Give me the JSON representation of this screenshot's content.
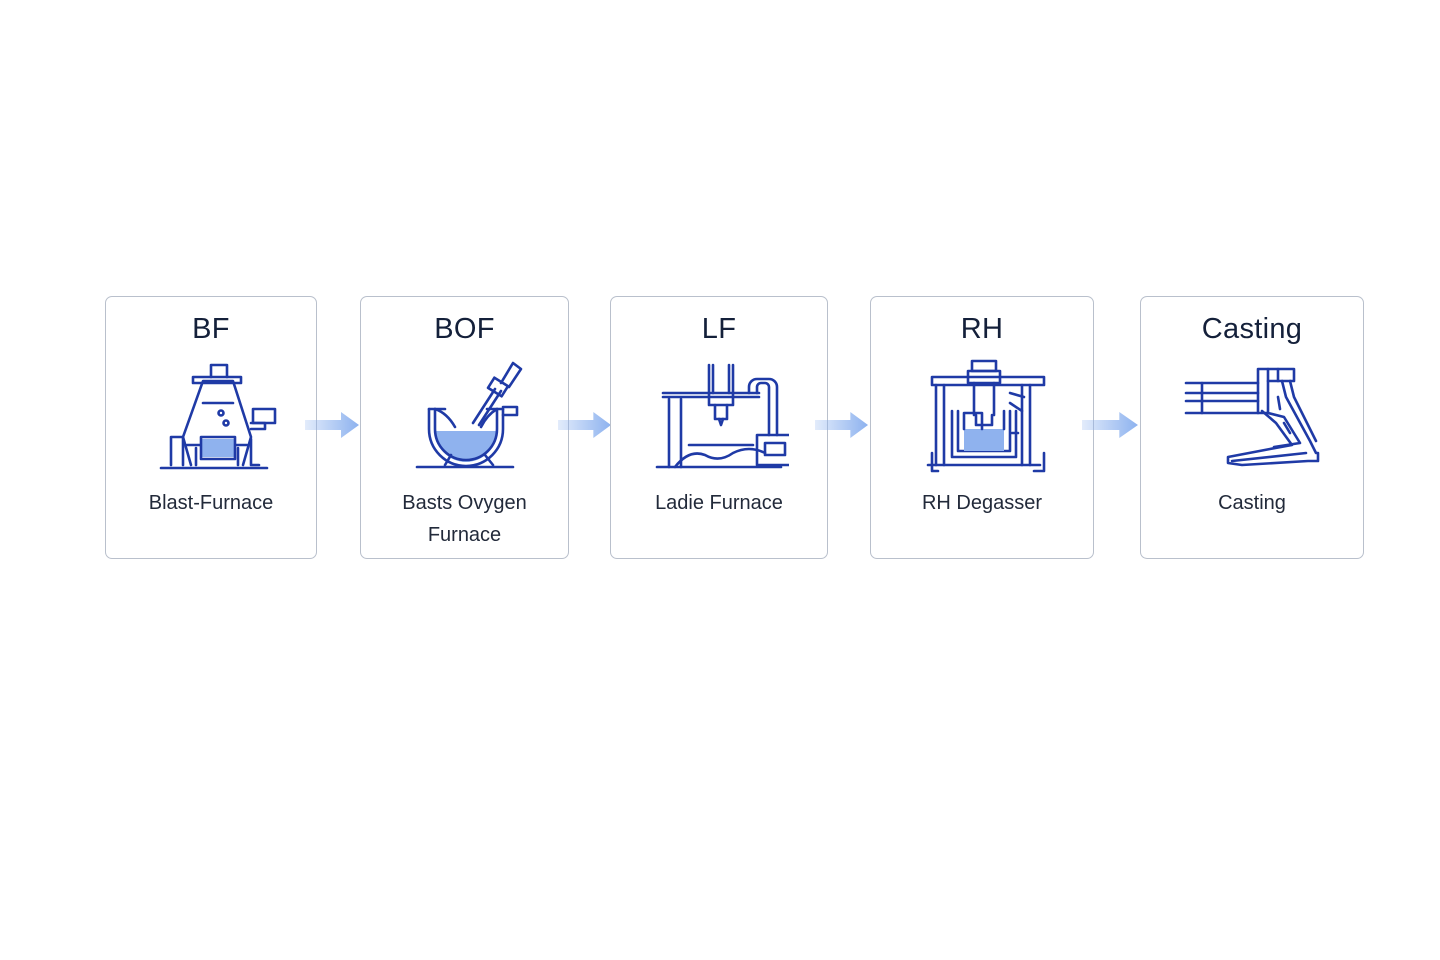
{
  "diagram": {
    "steps": [
      {
        "title": "BF",
        "label": "Blast-Furnace",
        "icon": "blast-furnace-icon"
      },
      {
        "title": "BOF",
        "label": "Basts Ovygen\nFurnace",
        "icon": "oxygen-converter-icon"
      },
      {
        "title": "LF",
        "label": "Ladie Furnace",
        "icon": "ladle-furnace-icon"
      },
      {
        "title": "RH",
        "label": "RH Degasser",
        "icon": "rh-degasser-icon"
      },
      {
        "title": "Casting",
        "label": "Casting",
        "icon": "continuous-caster-icon"
      }
    ],
    "colors": {
      "icon_stroke": "#1f3aa6",
      "icon_fill": "#8fb2ee",
      "arrow": "#8db2ef",
      "card_border": "#b9c0cc"
    }
  }
}
